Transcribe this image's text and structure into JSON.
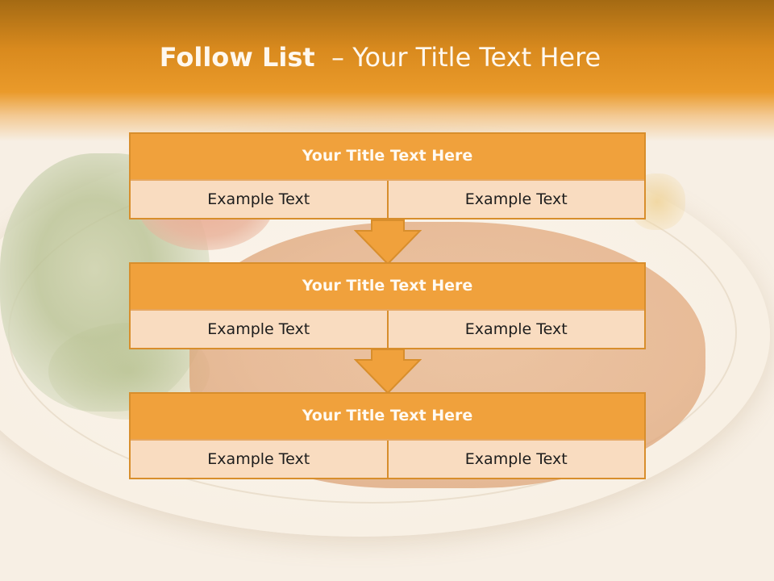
{
  "slide": {
    "title_bold": "Follow List",
    "title_rest": "– Your Title Text Here"
  },
  "steps": [
    {
      "title": "Your Title Text Here",
      "left": "Example Text",
      "right": "Example Text"
    },
    {
      "title": "Your Title Text Here",
      "left": "Example Text",
      "right": "Example Text"
    },
    {
      "title": "Your Title Text Here",
      "left": "Example Text",
      "right": "Example Text"
    }
  ],
  "colors": {
    "header_orange": "#ea9a2a",
    "box_title": "#f0a13c",
    "box_cell": "#f9dcc0",
    "border": "#d88e2c"
  },
  "icons": {
    "connector": "down-arrow-icon"
  }
}
